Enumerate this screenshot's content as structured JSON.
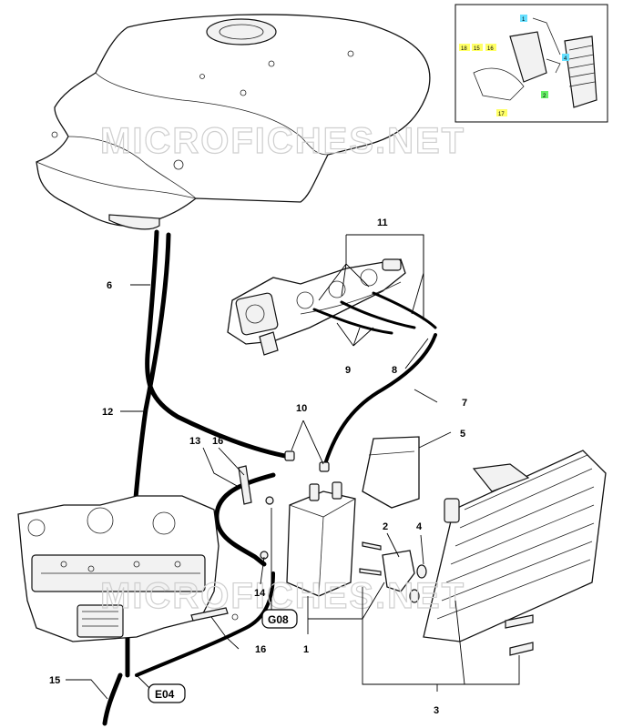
{
  "watermark": "MICROFICHES.NET",
  "callouts": {
    "c1": "1",
    "c2": "2",
    "c3": "3",
    "c4": "4",
    "c5": "5",
    "c6": "6",
    "c7": "7",
    "c8": "8",
    "c9": "9",
    "c10": "10",
    "c11": "11",
    "c12": "12",
    "c13": "13",
    "c14": "14",
    "c15": "15",
    "c16a": "16",
    "c16b": "16"
  },
  "refs": {
    "g08": "G08",
    "e04": "E04"
  },
  "inset": {
    "l1": "1",
    "l2": "2",
    "l4": "4",
    "l15": "15",
    "l16": "16",
    "l17": "17",
    "l18": "18",
    "highlight_yellow": "#ffff66",
    "highlight_cyan": "#66e0ff",
    "highlight_green": "#66ee66"
  }
}
